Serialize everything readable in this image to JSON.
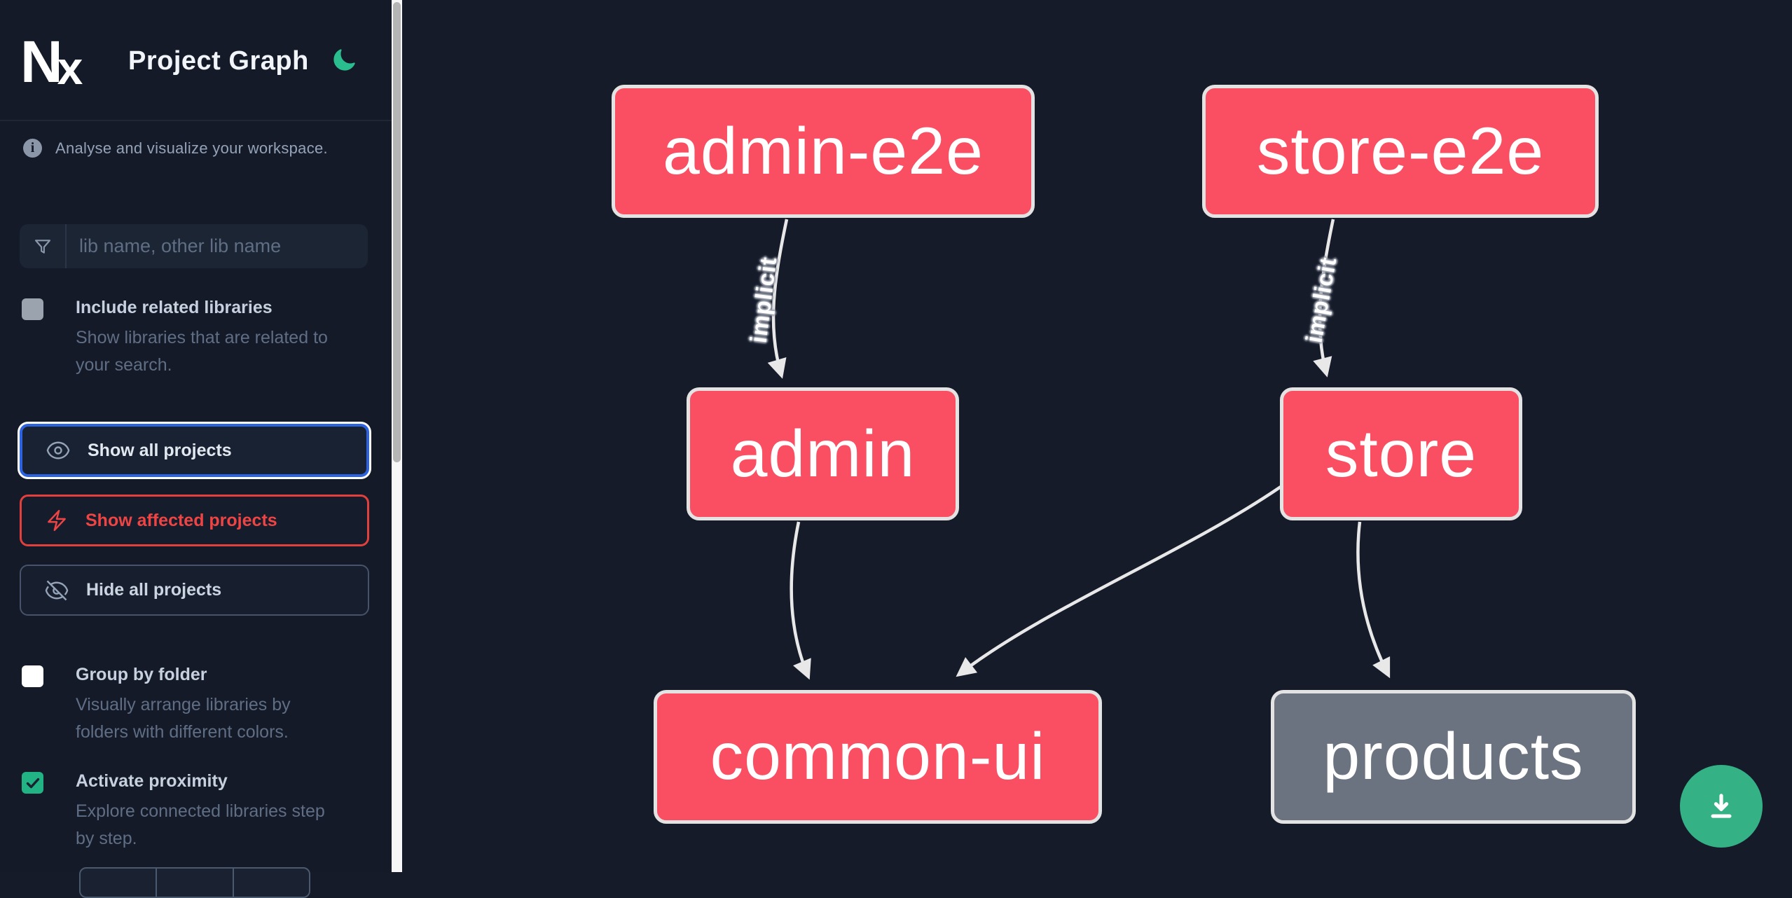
{
  "header": {
    "logo_text_n": "N",
    "logo_text_x": "x",
    "title": "Project Graph",
    "theme_icon": "moon-icon"
  },
  "intro": {
    "info_glyph": "i",
    "text": "Analyse and visualize your workspace."
  },
  "search": {
    "placeholder": "lib name, other lib name",
    "value": ""
  },
  "options": {
    "include_related": {
      "label": "Include related libraries",
      "description": "Show libraries that are related to your search.",
      "checked": false
    },
    "group_by_folder": {
      "label": "Group by folder",
      "description": "Visually arrange libraries by folders with different colors.",
      "checked": false
    },
    "activate_proximity": {
      "label": "Activate proximity",
      "description": "Explore connected libraries step by step.",
      "checked": true
    }
  },
  "actions": {
    "show_all": "Show all projects",
    "show_affected": "Show affected projects",
    "hide_all": "Hide all projects"
  },
  "graph": {
    "nodes": [
      {
        "id": "admin-e2e",
        "label": "admin-e2e",
        "color": "#fa4e63"
      },
      {
        "id": "store-e2e",
        "label": "store-e2e",
        "color": "#fa4e63"
      },
      {
        "id": "admin",
        "label": "admin",
        "color": "#fa4e63"
      },
      {
        "id": "store",
        "label": "store",
        "color": "#fa4e63"
      },
      {
        "id": "common-ui",
        "label": "common-ui",
        "color": "#fa4e63"
      },
      {
        "id": "products",
        "label": "products",
        "color": "#6b7280"
      }
    ],
    "edges": [
      {
        "from": "admin-e2e",
        "to": "admin",
        "label": "implicit"
      },
      {
        "from": "store-e2e",
        "to": "store",
        "label": "implicit"
      },
      {
        "from": "admin",
        "to": "common-ui",
        "label": ""
      },
      {
        "from": "store",
        "to": "common-ui",
        "label": ""
      },
      {
        "from": "store",
        "to": "products",
        "label": ""
      }
    ]
  },
  "fab": {
    "icon": "download-icon",
    "color": "#34b185"
  },
  "colors": {
    "accent_blue": "#2e63e0",
    "affected_red": "#ef4444",
    "proximity_green": "#22b384",
    "node_pink": "#fa4e63",
    "node_gray": "#6b7280",
    "edge_gray": "#e8e8e8",
    "background": "#151b29"
  }
}
